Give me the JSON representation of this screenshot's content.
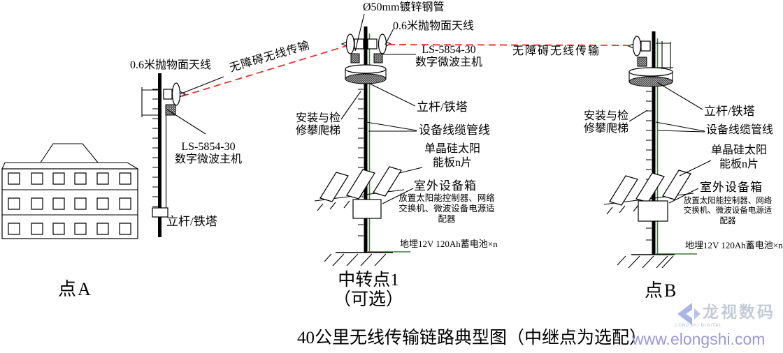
{
  "colors": {
    "link_red": "#ef2b24",
    "cable_green": "#3e7a3e",
    "url_purple": "#9a98d8",
    "logo_blue": "#a9b5e5",
    "logo_gray": "#c3cad9"
  },
  "links": {
    "left_label": "无障碍无线传输",
    "right_label": "无障碍无线传输"
  },
  "site_a": {
    "antenna_label": "0.6米抛物面天线",
    "host_label": [
      "LS-5854-30",
      "数字微波主机"
    ],
    "tower_label": "立杆/铁塔",
    "name": "点A"
  },
  "relay": {
    "pipe_label": "Ø50mm镀锌钢管",
    "antenna_label": "0.6米抛物面天线",
    "host_label": [
      "LS-5854-30",
      "数字微波主机"
    ],
    "ladder_label": [
      "安装与检",
      "修攀爬梯"
    ],
    "tower_label": "立杆/铁塔",
    "cable_label": "设备线缆管线",
    "solar_label": [
      "单晶硅太阳",
      "能板n片"
    ],
    "box_label": "室外设备箱",
    "box_desc": [
      "放置太阳能控制器、网络",
      "交换机、微波设备电源适",
      "配器"
    ],
    "battery_label": "地埋12V 120Ah蓄电池×n",
    "name": [
      "中转点1",
      "（可选）"
    ]
  },
  "site_b": {
    "ladder_label": [
      "安装与检",
      "修攀爬梯"
    ],
    "tower_label": "立杆/铁塔",
    "cable_label": "设备线缆管线",
    "solar_label": [
      "单晶硅太阳",
      "能板n片"
    ],
    "box_label": "室外设备箱",
    "box_desc": [
      "放置太阳能控制器、网络",
      "交换机、微波设备电源适",
      "配器"
    ],
    "battery_label": "地埋12V 120Ah蓄电池×n",
    "name": "点B"
  },
  "caption": {
    "title": "40公里无线传输链路典型图（中继点为选配）",
    "url": "www.elongshi.com"
  },
  "watermark": {
    "name": "龙视数码",
    "subtitle": "LONGSHI DIGITAL"
  }
}
